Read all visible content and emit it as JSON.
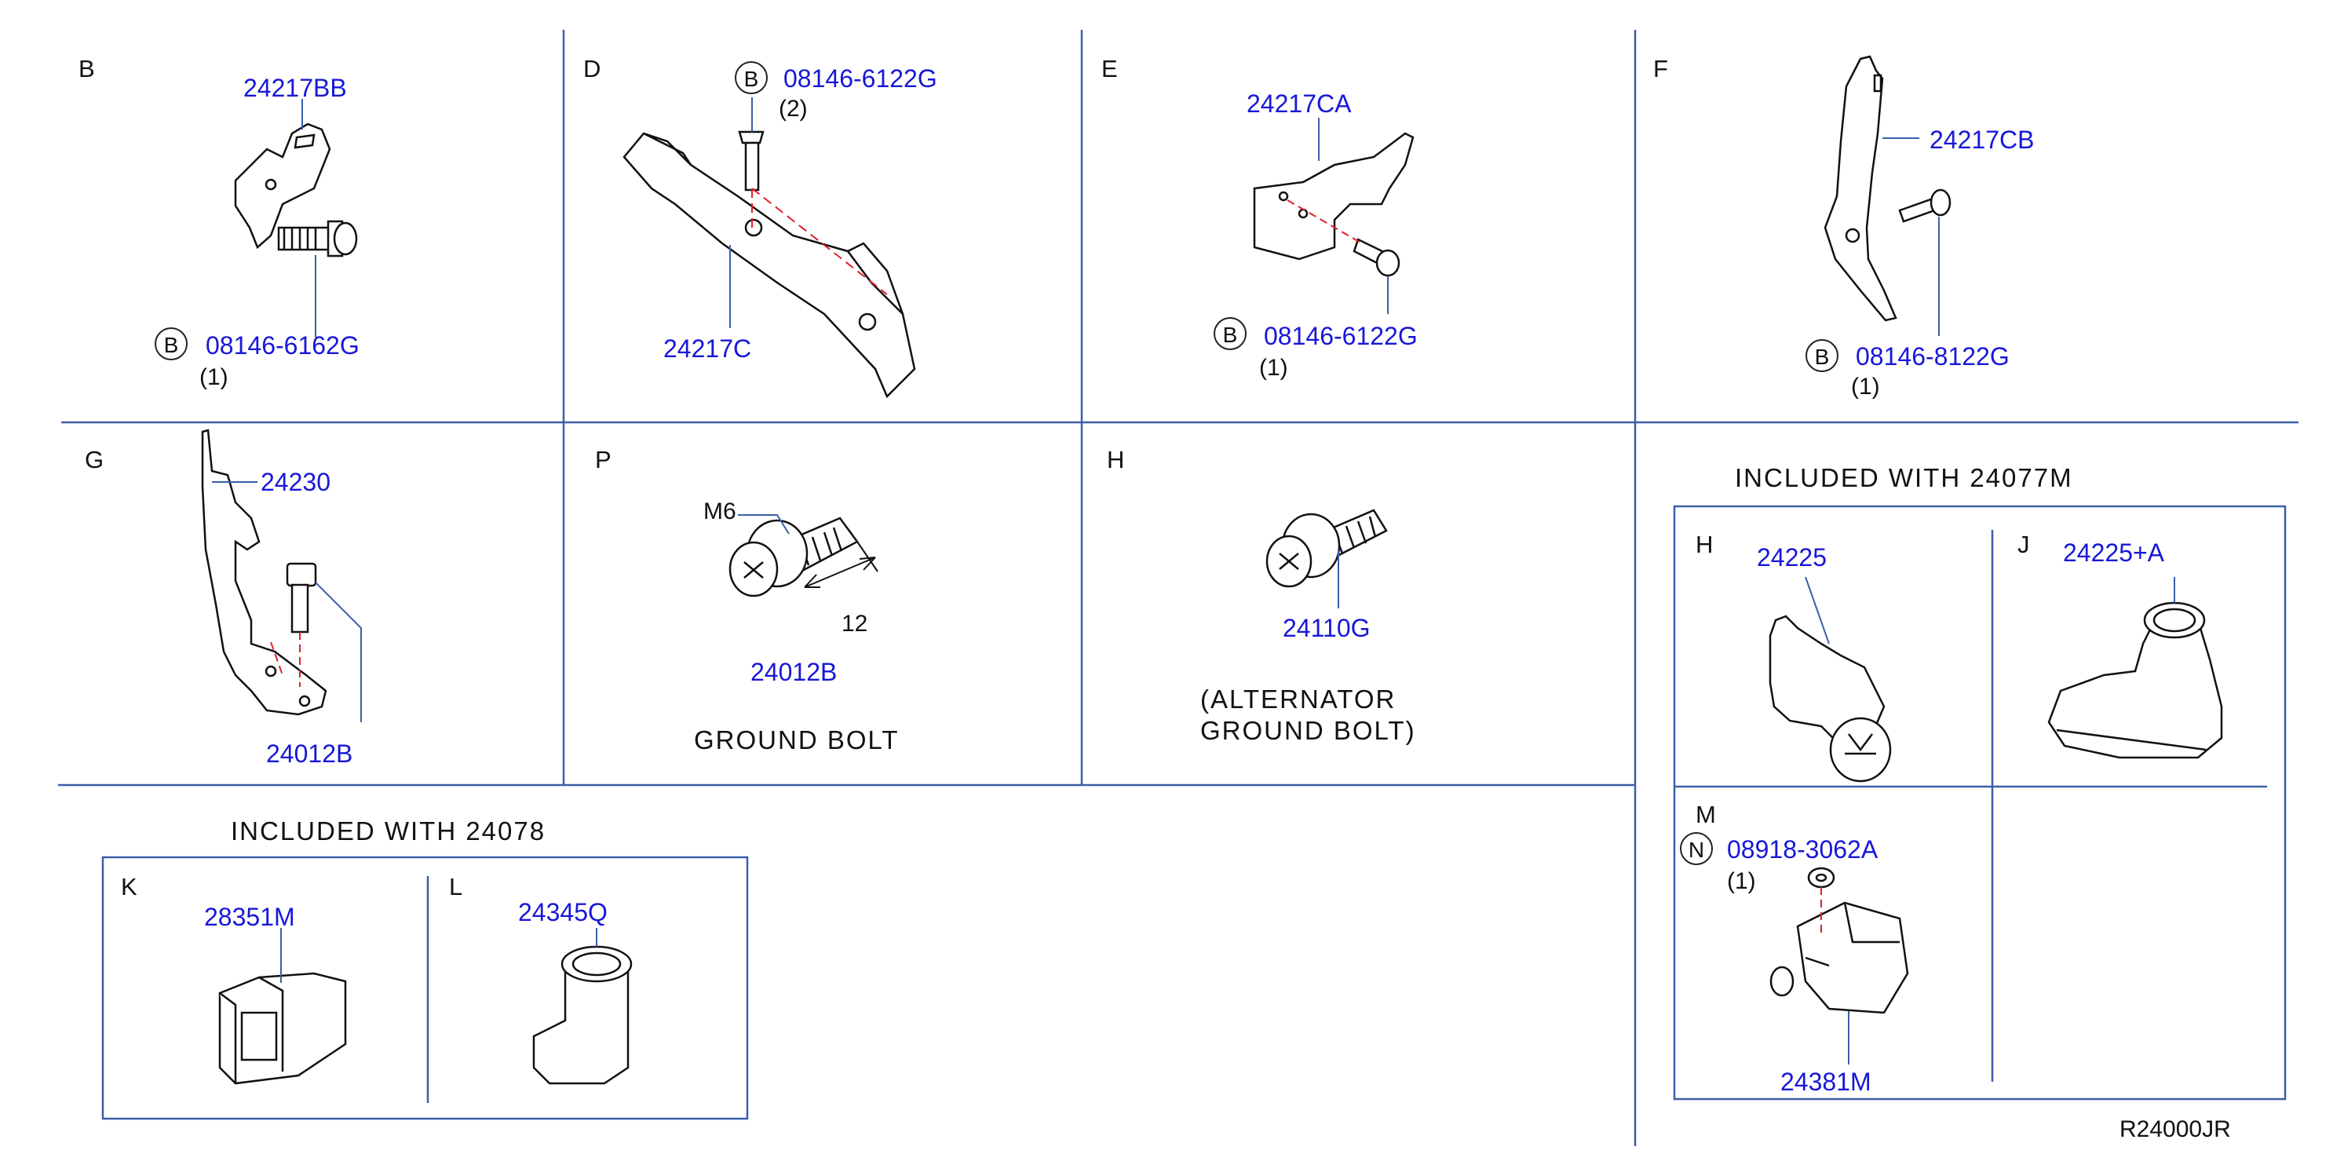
{
  "footer_code": "R24000JR",
  "panels": {
    "B": {
      "label": "B",
      "part": "24217BB",
      "badge": "B",
      "bolt": "08146-6162G",
      "qty": "(1)"
    },
    "D": {
      "label": "D",
      "part": "24217C",
      "badge": "B",
      "bolt": "08146-6122G",
      "qty": "(2)"
    },
    "E": {
      "label": "E",
      "part": "24217CA",
      "badge": "B",
      "bolt": "08146-6122G",
      "qty": "(1)"
    },
    "F": {
      "label": "F",
      "part": "24217CB",
      "badge": "B",
      "bolt": "08146-8122G",
      "qty": "(1)"
    },
    "G": {
      "label": "G",
      "part": "24230",
      "bolt": "24012B"
    },
    "P": {
      "label": "P",
      "size": "M6",
      "length": "12",
      "part": "24012B",
      "caption": "GROUND   BOLT"
    },
    "H": {
      "label": "H",
      "part": "24110G",
      "caption_line1": "(ALTERNATOR",
      "caption_line2": "GROUND   BOLT)"
    }
  },
  "group_24077M": {
    "title": "INCLUDED   WITH   24077M",
    "H": {
      "label": "H",
      "part": "24225"
    },
    "J": {
      "label": "J",
      "part": "24225+A"
    },
    "M": {
      "label": "M",
      "badge": "N",
      "nut": "08918-3062A",
      "qty": "(1)",
      "part": "24381M"
    }
  },
  "group_24078": {
    "title": "INCLUDED   WITH   24078",
    "K": {
      "label": "K",
      "part": "28351M"
    },
    "L": {
      "label": "L",
      "part": "24345Q"
    }
  },
  "colors": {
    "grid_line": "#3a5fa8",
    "part_number": "#1717d8",
    "text": "#111111",
    "dashed_line": "#e0202a"
  }
}
